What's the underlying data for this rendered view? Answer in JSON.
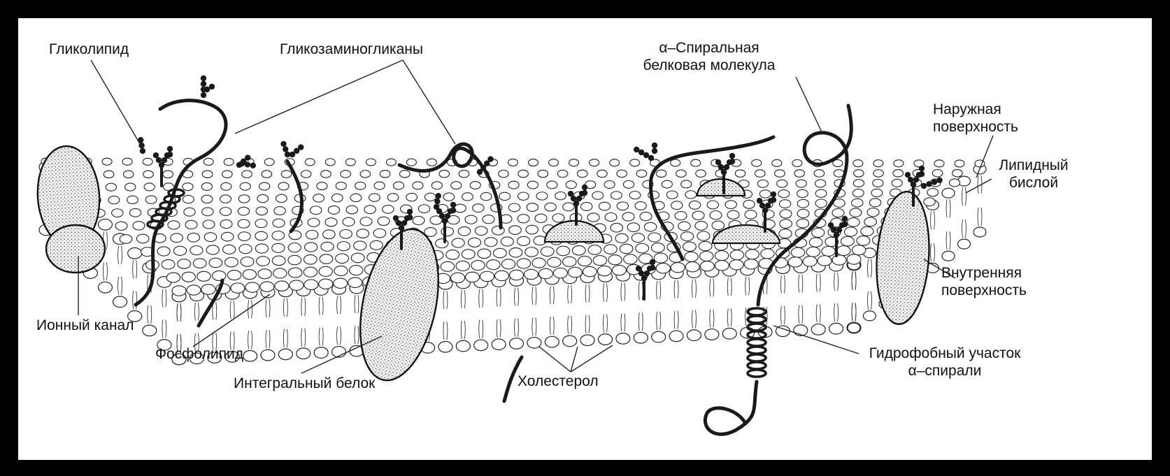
{
  "colors": {
    "background": "#000000",
    "canvas": "#ffffff",
    "ink": "#111111",
    "chain": "#1a1a1a",
    "protein_fill": "#e2e2e2"
  },
  "labels": {
    "glycolipid": "Гликолипид",
    "glycosaminoglycans": "Гликозаминогликаны",
    "alpha_helix_line1": "α–Спиральная",
    "alpha_helix_line2": "белковая молекула",
    "outer_surface_line1": "Наружная",
    "outer_surface_line2": "поверхность",
    "bilayer_line1": "Липидный",
    "bilayer_line2": "бислой",
    "inner_surface_line1": "Внутренняя",
    "inner_surface_line2": "поверхность",
    "hydrophobic_line1": "Гидрофобный участок",
    "hydrophobic_line2": "α–спирали",
    "ion_channel": "Ионный канал",
    "phospholipid": "Фосфолипид",
    "integral_protein": "Интегральный белок",
    "cholesterol": "Холестерол"
  }
}
